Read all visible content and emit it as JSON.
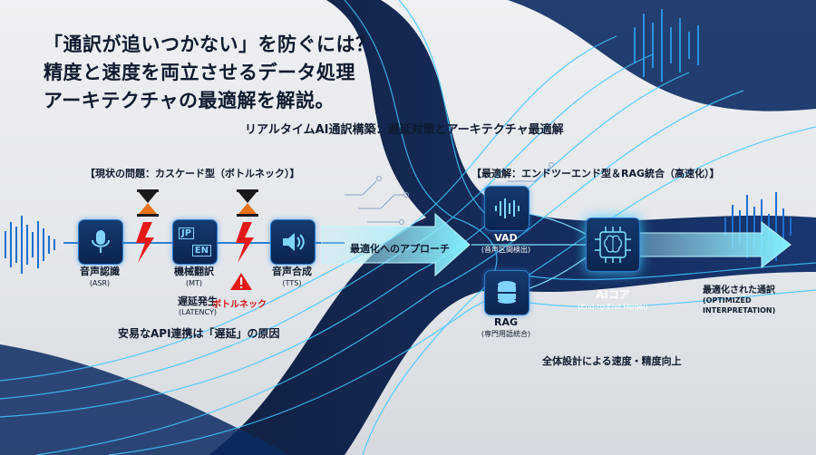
{
  "headline": {
    "line1": "「通訳が追いつかない」を防ぐには？",
    "line2": "精度と速度を両立させるデータ処理",
    "line3": "アーキテクチャの最適解を解説。"
  },
  "subtitle": "リアルタイムAI通訳構築：遅延対策とアーキテクチャ最適解",
  "current_problem": {
    "heading": "【現状の問題：カスケード型（ボトルネック）】",
    "steps": [
      {
        "title": "音声認識",
        "sub": "(ASR)",
        "icon": "microphone-icon"
      },
      {
        "title": "機械翻訳",
        "sub": "(MT)",
        "icon": "translate-icon",
        "badge_a": "JP",
        "badge_b": "EN"
      },
      {
        "title": "音声合成",
        "sub": "(TTS)",
        "icon": "speaker-icon"
      }
    ],
    "latency_label": "遅延発生",
    "latency_sub": "(LATENCY)",
    "bottleneck_label": "ボトルネック",
    "cause": "安易なAPI連携は「遅延」の原因"
  },
  "approach_label": "最適化へのアプローチ",
  "optimal": {
    "heading": "【最適解：エンドツーエンド型＆RAG統合（高速化）】",
    "vad": {
      "title": "VAD",
      "sub": "(音声区間検出)",
      "icon": "waveform-icon"
    },
    "rag": {
      "title": "RAG",
      "sub": "(専門用語統合)",
      "icon": "database-icon"
    },
    "core": {
      "title": "AIコア",
      "sub": "(End-to-End Model)",
      "icon": "brain-chip-icon"
    },
    "output_title": "最適化された通訳",
    "output_sub1": "(OPTIMIZED",
    "output_sub2": "INTERPRETATION)",
    "summary": "全体設計による速度・精度向上"
  },
  "colors": {
    "accent": "#21b8ff",
    "dark": "#0e1a2e",
    "warn": "#d01818"
  }
}
